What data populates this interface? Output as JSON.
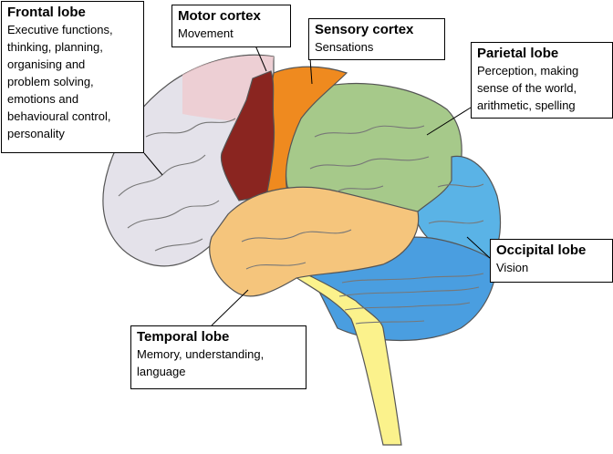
{
  "labels": {
    "frontal": {
      "title": "Frontal lobe",
      "desc": "Executive functions,\nthinking, planning,\norganising and\nproblem solving,\nemotions and\nbehavioural control,\npersonality"
    },
    "motor": {
      "title": "Motor cortex",
      "desc": "Movement"
    },
    "sensory": {
      "title": "Sensory cortex",
      "desc": "Sensations"
    },
    "parietal": {
      "title": "Parietal lobe",
      "desc": "Perception, making\nsense of the world,\narithmetic, spelling"
    },
    "occipital": {
      "title": "Occipital lobe",
      "desc": "Vision"
    },
    "temporal": {
      "title": "Temporal lobe",
      "desc": "Memory, understanding,\nlanguage"
    }
  },
  "colors": {
    "frontal": "#e4e2ea",
    "frontal_tip": "#f0c8cc",
    "motor": "#8a2520",
    "sensory": "#ef8a1f",
    "parietal": "#a6c98a",
    "occipital": "#5ab3e6",
    "temporal": "#f5c57c",
    "cerebellum": "#4a9ee0",
    "brainstem": "#fbf28c",
    "outline": "#555555"
  }
}
